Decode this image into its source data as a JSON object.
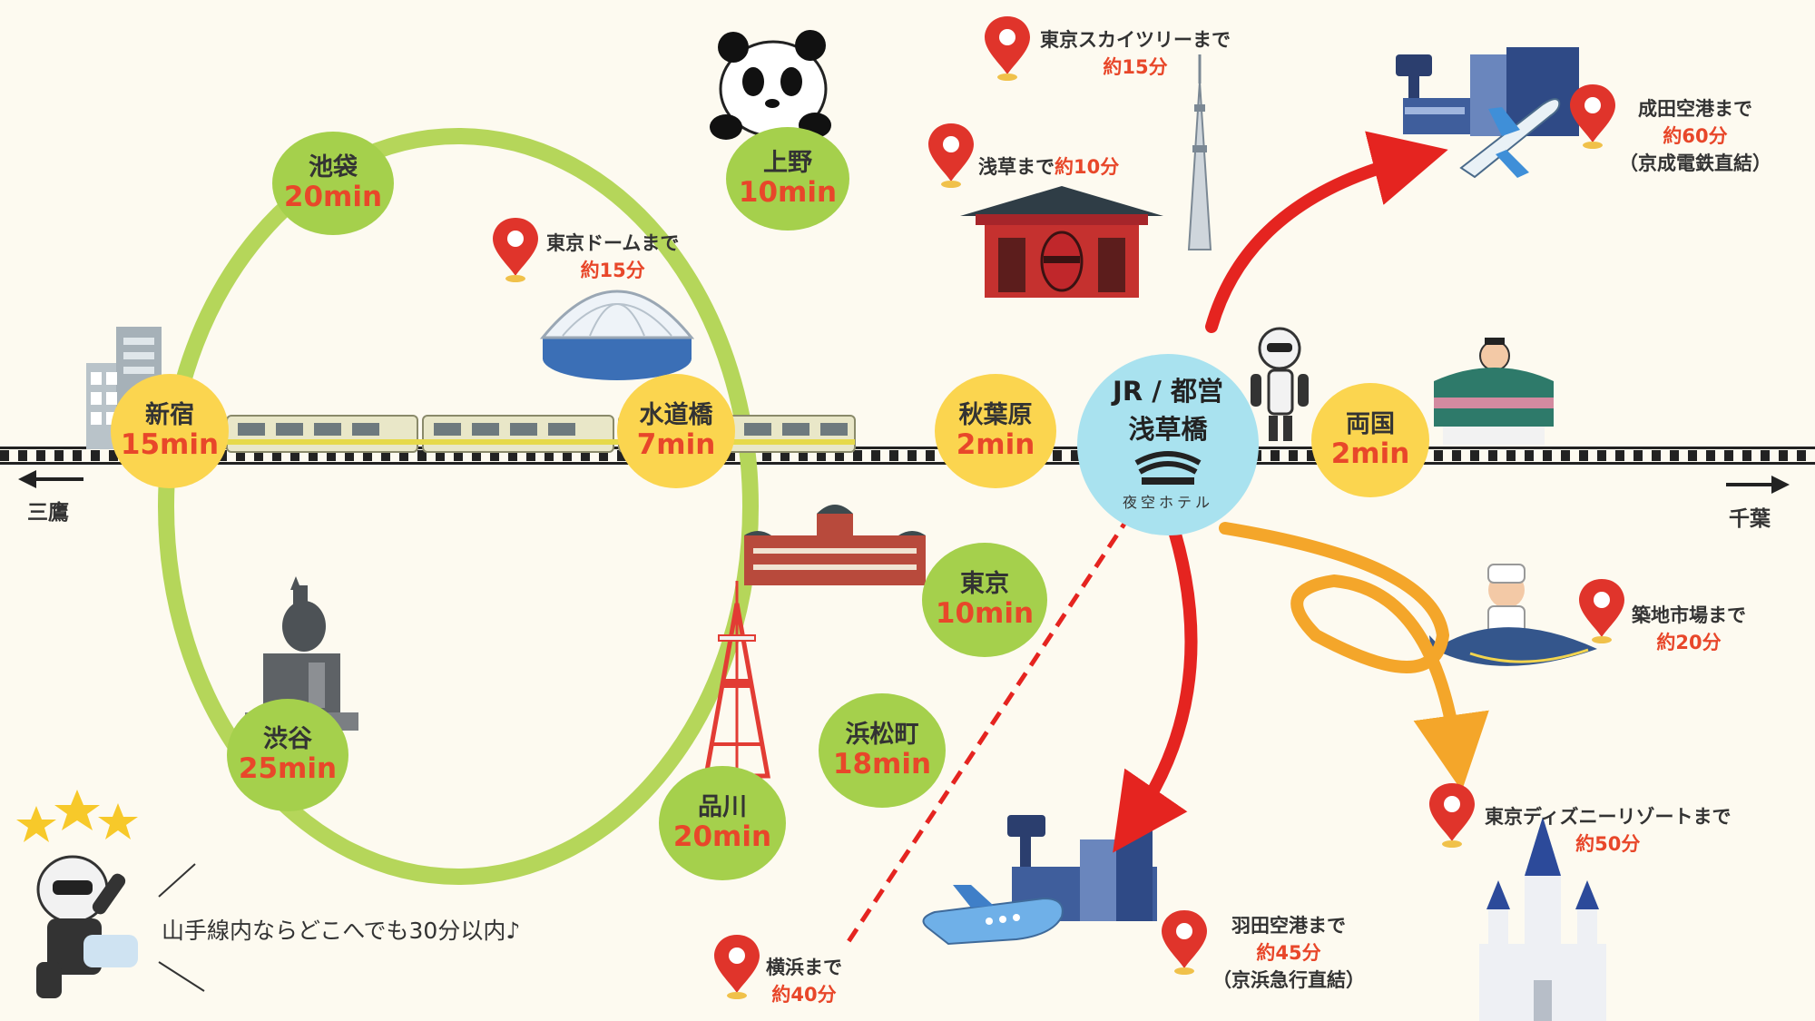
{
  "hub": {
    "line1": "JR / 都営",
    "line2": "浅草橋",
    "sub": "夜空ホテル"
  },
  "loop_stations": [
    {
      "id": "ikebukuro",
      "name": "池袋",
      "time": "20min"
    },
    {
      "id": "ueno",
      "name": "上野",
      "time": "10min"
    },
    {
      "id": "shinjuku",
      "name": "新宿",
      "time": "15min"
    },
    {
      "id": "tokyo",
      "name": "東京",
      "time": "10min"
    },
    {
      "id": "shibuya",
      "name": "渋谷",
      "time": "25min"
    },
    {
      "id": "hamamatsucho",
      "name": "浜松町",
      "time": "18min"
    },
    {
      "id": "shinagawa",
      "name": "品川",
      "time": "20min"
    }
  ],
  "line_stations": [
    {
      "id": "suidobashi",
      "name": "水道橋",
      "time": "7min"
    },
    {
      "id": "akihabara",
      "name": "秋葉原",
      "time": "2min"
    },
    {
      "id": "ryogoku",
      "name": "両国",
      "time": "2min"
    }
  ],
  "directions": {
    "west": "三鷹",
    "east": "千葉"
  },
  "pois": {
    "skytree": {
      "label": "東京スカイツリーまで",
      "time": "約15分"
    },
    "asakusa": {
      "label": "浅草まで",
      "time": "約10分"
    },
    "dome": {
      "label": "東京ドームまで",
      "time": "約15分"
    },
    "narita": {
      "label": "成田空港まで",
      "time": "約60分",
      "note": "（京成電鉄直結）"
    },
    "tsukiji": {
      "label": "築地市場まで",
      "time": "約20分"
    },
    "disney": {
      "label": "東京ディズニーリゾートまで",
      "time": "約50分"
    },
    "haneda": {
      "label": "羽田空港まで",
      "time": "約45分",
      "note": "（京浜急行直結）"
    },
    "yokohama": {
      "label": "横浜まで",
      "time": "約40分"
    }
  },
  "speech": "山手線内ならどこへでも30分以内♪",
  "colors": {
    "background": "#fdfaf0",
    "loop_ring": "#b5d65a",
    "station_green": "#a5d04c",
    "station_yellow": "#fbd54f",
    "hub": "#a9e2ef",
    "time_red": "#e8472a",
    "arrow_red": "#e52420",
    "arrow_orange": "#f4a62a",
    "pin": "#e0342b"
  },
  "icons": [
    "panda-icon",
    "skytree-icon",
    "kaminarimon-gate-icon",
    "airport-icon",
    "airplane-icon",
    "tokyo-dome-icon",
    "office-building-icon",
    "train-icon",
    "robot-icon",
    "sumo-wrestler-icon",
    "tokyo-station-building-icon",
    "tokyo-tower-icon",
    "hachiko-statue-icon",
    "sushi-chef-tuna-icon",
    "castle-icon",
    "star-icon",
    "location-pin-icon"
  ]
}
